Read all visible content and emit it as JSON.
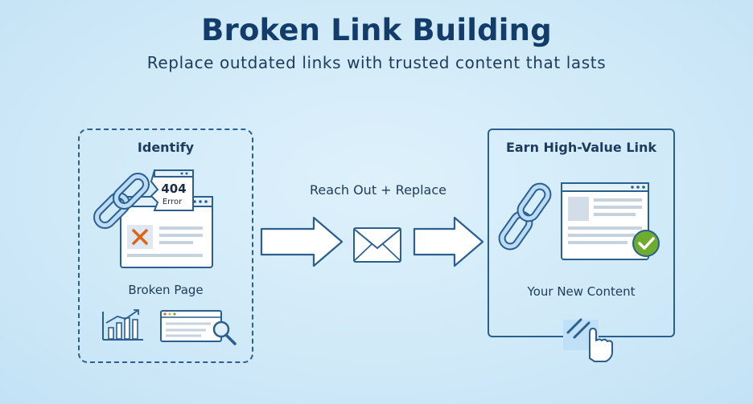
{
  "header": {
    "title": "Broken Link Building",
    "subtitle": "Replace outdated links with trusted content that lasts"
  },
  "identify": {
    "heading": "Identify",
    "error_code": "404",
    "error_text": "Error",
    "caption": "Broken Page"
  },
  "outreach": {
    "label": "Reach Out + Replace"
  },
  "earn": {
    "heading": "Earn High-Value Link",
    "caption": "Your New Content"
  },
  "colors": {
    "accent": "#123d6a",
    "stroke": "#2a5f8f",
    "error_x": "#d9641a",
    "success": "#6eab2e"
  }
}
